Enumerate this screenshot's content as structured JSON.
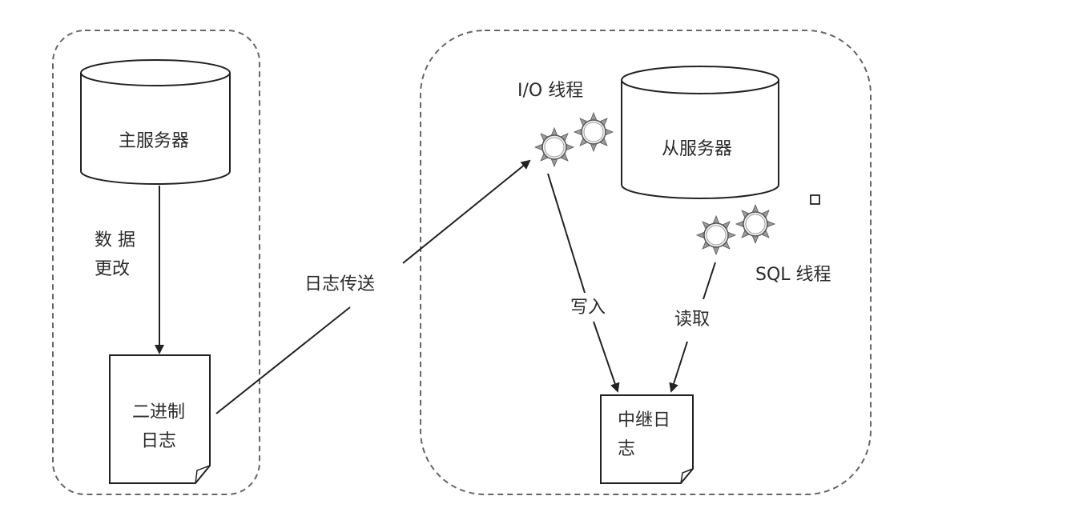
{
  "master": {
    "db_label": "主服务器",
    "data_change_line1": "数 据",
    "data_change_line2": "更改",
    "binlog_line1": "二进制",
    "binlog_line2": "日志"
  },
  "transfer_label": "日志传送",
  "slave": {
    "io_thread_label": "I/O 线程",
    "db_label": "从服务器",
    "sql_thread_label": "SQL 线程",
    "write_label": "写入",
    "read_label": "读取",
    "relay_line1": "中继日",
    "relay_line2": "志"
  }
}
